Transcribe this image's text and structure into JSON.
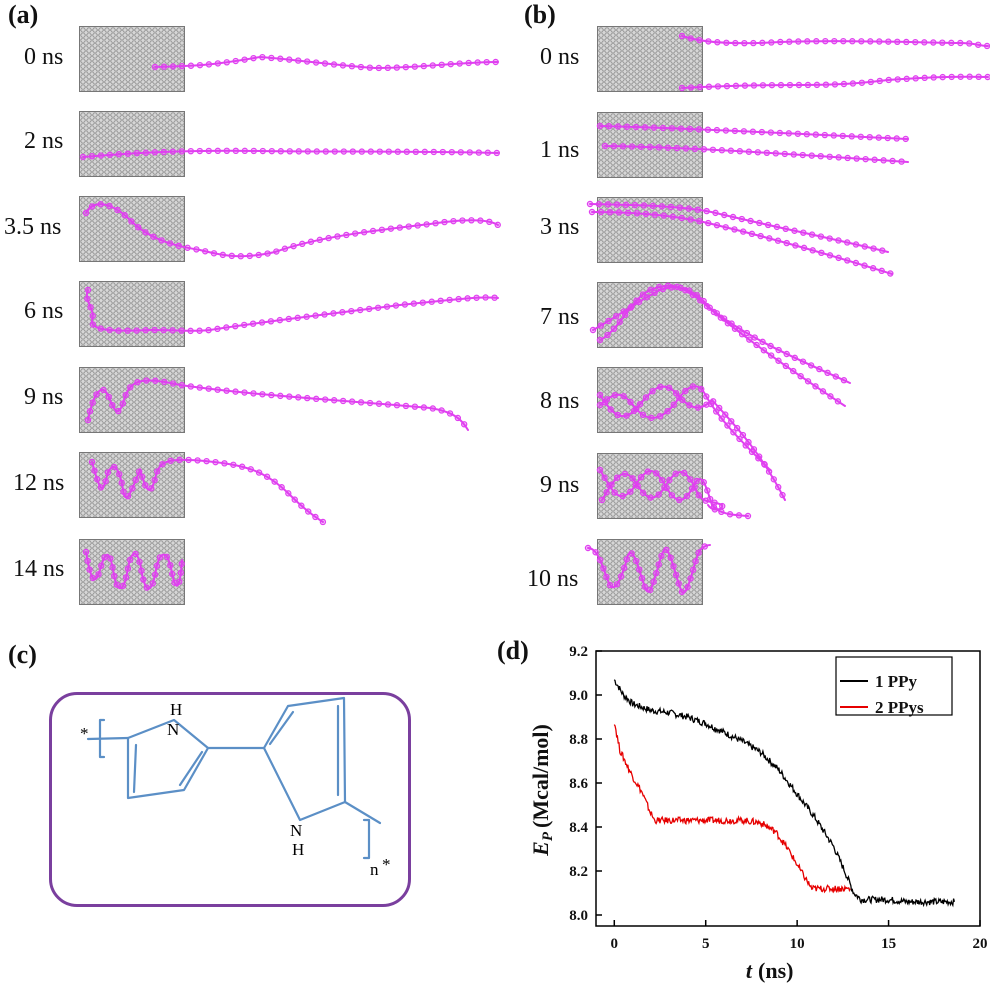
{
  "panels": {
    "a": {
      "label": "(a)",
      "times": [
        "0 ns",
        "2 ns",
        "3.5 ns",
        "6 ns",
        "9 ns",
        "12 ns",
        "14 ns"
      ]
    },
    "b": {
      "label": "(b)",
      "times": [
        "0 ns",
        "1 ns",
        "3 ns",
        "7 ns",
        "8 ns",
        "9 ns",
        "10 ns"
      ]
    },
    "c": {
      "label": "(c)",
      "atoms": {
        "nh_top": "N",
        "h_top": "H",
        "nh_bottom": "N",
        "h_bottom": "H",
        "star_left": "*",
        "star_right": "*",
        "subscript": "n"
      }
    },
    "d": {
      "label": "(d)"
    }
  },
  "colors": {
    "polymer": "#e040f0",
    "tube": "#c8c8c8",
    "frame": "#7a3f9e",
    "bond": "#5b8fc6",
    "series1": "#000000",
    "series2": "#e60000"
  },
  "chart_data": {
    "type": "line",
    "ylabel_main": "E",
    "ylabel_sub": "P",
    "ylabel_unit": "(Mcal/mol)",
    "xlabel_var": "t",
    "xlabel_unit": "(ns)",
    "xlim": [
      -1,
      20
    ],
    "ylim": [
      7.95,
      9.2
    ],
    "xticks": [
      0,
      5,
      10,
      15,
      20
    ],
    "xtick_labels": [
      "0",
      "5",
      "10",
      "15",
      "20"
    ],
    "yticks": [
      8.0,
      8.2,
      8.4,
      8.6,
      8.8,
      9.0,
      9.2
    ],
    "ytick_labels": [
      "8.0",
      "8.2",
      "8.4",
      "8.6",
      "8.8",
      "9.0",
      "9.2"
    ],
    "legend_position": "top-right",
    "series": [
      {
        "name": "1 PPy",
        "color": "#000000",
        "x": [
          0,
          0.5,
          1,
          2,
          3,
          4,
          5,
          6,
          7,
          8,
          9,
          10,
          11,
          12,
          12.6,
          13.1,
          13.5,
          14,
          15,
          16,
          17,
          18,
          18.6
        ],
        "y": [
          9.07,
          9.0,
          8.96,
          8.93,
          8.92,
          8.9,
          8.87,
          8.83,
          8.79,
          8.74,
          8.66,
          8.55,
          8.44,
          8.31,
          8.2,
          8.1,
          8.07,
          8.07,
          8.07,
          8.06,
          8.06,
          8.06,
          8.06
        ]
      },
      {
        "name": "2 PPys",
        "color": "#e60000",
        "x": [
          0,
          0.3,
          0.7,
          1,
          1.5,
          1.9,
          2.2,
          3,
          4,
          5,
          6,
          7,
          8,
          8.8,
          9.5,
          10.2,
          10.8,
          11,
          12,
          12.9
        ],
        "y": [
          8.88,
          8.75,
          8.68,
          8.63,
          8.56,
          8.48,
          8.43,
          8.43,
          8.43,
          8.43,
          8.43,
          8.43,
          8.42,
          8.38,
          8.3,
          8.2,
          8.12,
          8.12,
          8.12,
          8.12
        ]
      }
    ]
  }
}
